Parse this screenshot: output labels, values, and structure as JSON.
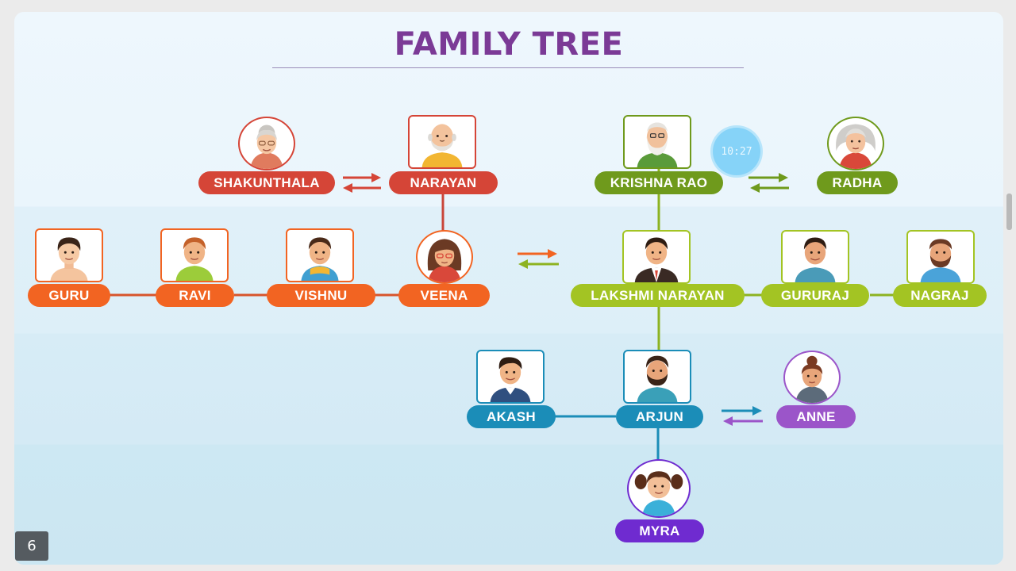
{
  "slide": {
    "title": "FAMILY TREE",
    "page_number": "6",
    "clock_time": "10:27"
  },
  "people": {
    "shakunthala": {
      "name": "SHAKUNTHALA",
      "color": "#d54537",
      "icon": "grandmother-avatar"
    },
    "narayan": {
      "name": "NARAYAN",
      "color": "#d54537",
      "icon": "bald-grandfather-avatar"
    },
    "krishna_rao": {
      "name": "KRISHNA RAO",
      "color": "#6f9a1c",
      "icon": "bearded-grandfather-avatar"
    },
    "radha": {
      "name": "RADHA",
      "color": "#6f9a1c",
      "icon": "grey-haired-grandmother-avatar"
    },
    "guru": {
      "name": "GURU",
      "color": "#f26422",
      "icon": "man-avatar"
    },
    "ravi": {
      "name": "RAVI",
      "color": "#f26422",
      "icon": "man-avatar"
    },
    "vishnu": {
      "name": "VISHNU",
      "color": "#f26422",
      "icon": "man-avatar"
    },
    "veena": {
      "name": "VEENA",
      "color": "#f26422",
      "icon": "woman-with-glasses-avatar"
    },
    "lakshmi_narayan": {
      "name": "LAKSHMI NARAYAN",
      "color": "#a3c423",
      "icon": "man-in-suit-avatar"
    },
    "gururaj": {
      "name": "GURURAJ",
      "color": "#a3c423",
      "icon": "man-avatar"
    },
    "nagraj": {
      "name": "NAGRAJ",
      "color": "#a3c423",
      "icon": "bearded-man-avatar"
    },
    "akash": {
      "name": "AKASH",
      "color": "#1b8db8",
      "icon": "young-man-avatar"
    },
    "arjun": {
      "name": "ARJUN",
      "color": "#1b8db8",
      "icon": "bearded-man-avatar"
    },
    "anne": {
      "name": "ANNE",
      "color": "#9b55c9",
      "icon": "woman-avatar"
    },
    "myra": {
      "name": "MYRA",
      "color": "#6f2bd0",
      "icon": "girl-with-pigtails-avatar"
    }
  },
  "colors": {
    "title": "#7b3a96",
    "red_line": "#c9463a",
    "orange_line": "#d8542c",
    "green_line": "#8db321",
    "blue_line": "#1b8db8"
  }
}
